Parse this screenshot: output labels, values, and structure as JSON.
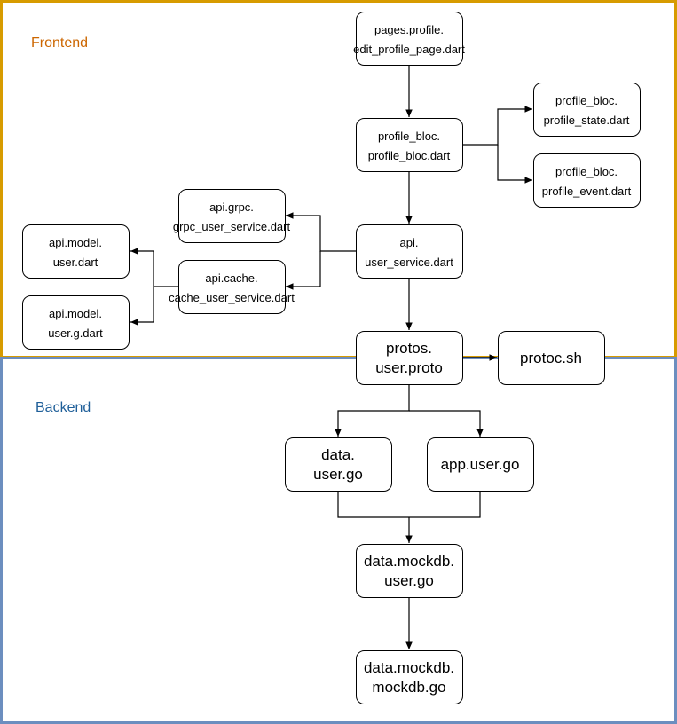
{
  "regions": {
    "frontend": {
      "label": "Frontend",
      "color": "#d79b00",
      "label_color": "#cc6600"
    },
    "backend": {
      "label": "Backend",
      "color": "#6c8ebf",
      "label_color": "#1f5f99"
    }
  },
  "nodes": {
    "edit_profile_page": {
      "lines": [
        "pages.profile.",
        "edit_profile_page.dart"
      ]
    },
    "profile_bloc": {
      "lines": [
        "profile_bloc.",
        "profile_bloc.dart"
      ]
    },
    "profile_state": {
      "lines": [
        "profile_bloc.",
        "profile_state.dart"
      ]
    },
    "profile_event": {
      "lines": [
        "profile_bloc.",
        "profile_event.dart"
      ]
    },
    "user_service": {
      "lines": [
        "api.",
        "user_service.dart"
      ]
    },
    "grpc_user_service": {
      "lines": [
        "api.grpc.",
        "grpc_user_service.dart"
      ]
    },
    "cache_user_service": {
      "lines": [
        "api.cache.",
        "cache_user_service.dart"
      ]
    },
    "user_model": {
      "lines": [
        "api.model.",
        "user.dart"
      ]
    },
    "user_g_model": {
      "lines": [
        "api.model.",
        "user.g.dart"
      ]
    },
    "user_proto": {
      "lines": [
        "protos.",
        "user.proto"
      ]
    },
    "protoc_sh": {
      "lines": [
        "protoc.sh"
      ]
    },
    "data_user": {
      "lines": [
        "data.",
        "user.go"
      ]
    },
    "app_user": {
      "lines": [
        "app.user.go"
      ]
    },
    "mockdb_user": {
      "lines": [
        "data.mockdb.",
        "user.go"
      ]
    },
    "mockdb_mockdb": {
      "lines": [
        "data.mockdb.",
        "mockdb.go"
      ]
    }
  }
}
